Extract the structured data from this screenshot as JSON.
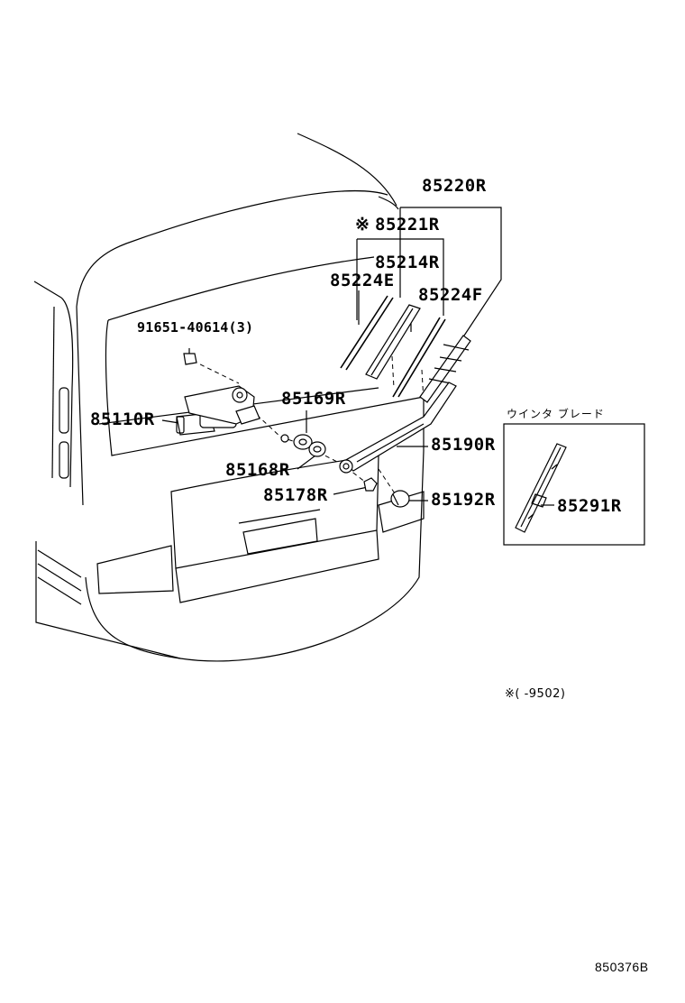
{
  "parts": {
    "p85220R": "85220R",
    "p85221R_mark": "※",
    "p85221R": "85221R",
    "p85214R": "85214R",
    "p85224E": "85224E",
    "p85224F": "85224F",
    "p91651": "91651-40614(3)",
    "p85169R": "85169R",
    "p85110R": "85110R",
    "p85190R": "85190R",
    "p85168R": "85168R",
    "p85178R": "85178R",
    "p85192R": "85192R",
    "p85291R": "85291R"
  },
  "inset": {
    "title": "ウインタ  ブレード"
  },
  "note": {
    "text": "※(      -9502)"
  },
  "diagram_code": "850376B"
}
